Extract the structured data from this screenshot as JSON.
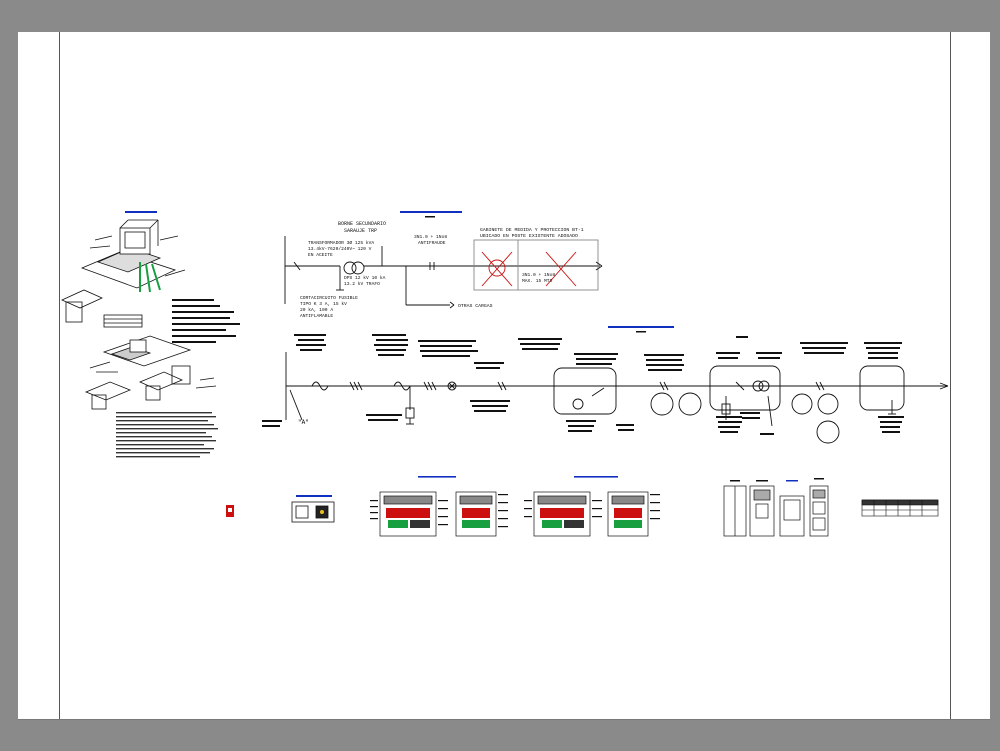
{
  "sheet": {
    "background": "#8a8a8a",
    "paper": "#ffffff",
    "accent_blue": "#1030c0",
    "accent_red": "#cc1010",
    "accent_green": "#18a040"
  },
  "top_diagram": {
    "secondary_terminal": "BORNE SECUNDARIO",
    "secondary_terminal_2": "SARAUJE TRP",
    "transformer": {
      "line1": "TRANSFORMADOR 3Ø 125 kVA",
      "line2": "13.4kV-7620/240V~ 120 V",
      "line3": "EN ACEITE"
    },
    "dps": {
      "line1": "DPS 12 kV 10 kA",
      "line2": "13.2 kV TRAFO"
    },
    "cutout": {
      "line1": "CORTACIRCUITO FUSIBLE",
      "line2": "TIPO K 3 A, 15 kV",
      "line3": "20 kA, 100 A",
      "line4": "ANTIFLAMABLE"
    },
    "cable_top": "3N1.0 + 1No8",
    "cable_top_2": "ANTIFRAUDE",
    "cable_bottom": "3N1.0 + 1No8",
    "cable_bottom_2": "MAX. 15 MTS",
    "cabinet_title_1": "GABINETE DE MEDIDA Y PROTECCION BT-1",
    "cabinet_title_2": "UBICADO EN POSTE EXISTENTE ADOSADO",
    "other_loads": "OTRAS CARGAS",
    "marker_a": "\"A\""
  }
}
